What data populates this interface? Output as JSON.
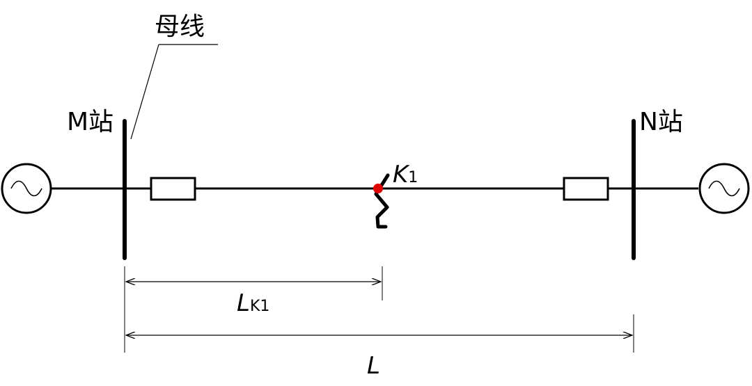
{
  "labels": {
    "busbar": "母线",
    "station_m": "M站",
    "station_n": "N站",
    "fault_main": "K",
    "fault_sub": "1",
    "dist_k1_main": "L",
    "dist_k1_sub": "K1",
    "dist_total": "L"
  },
  "colors": {
    "line": "#000000",
    "fault_point": "#e00000"
  }
}
